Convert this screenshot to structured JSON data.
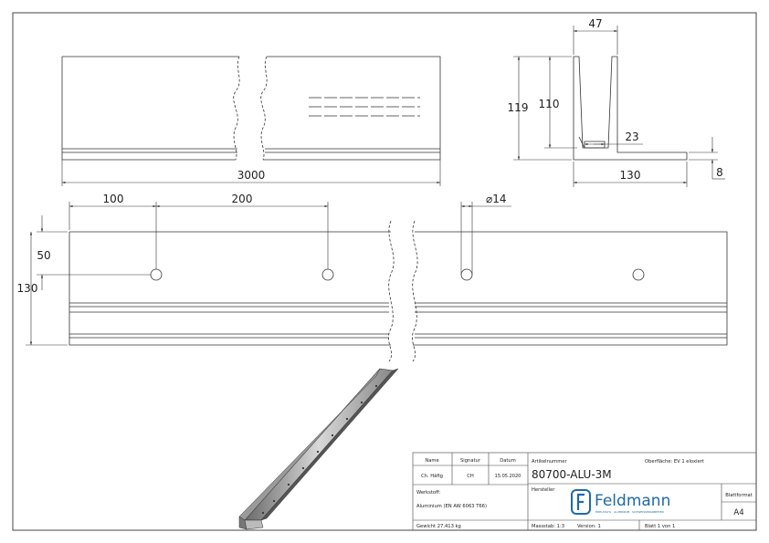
{
  "dimensions": {
    "top_view_length": "3000",
    "profile_width": "47",
    "profile_height_total": "119",
    "profile_height_inner": "110",
    "profile_slot": "23",
    "profile_base_width": "130",
    "profile_base_thickness": "8",
    "hole_spacing_first": "100",
    "hole_spacing": "200",
    "hole_diameter": "⌀14",
    "hole_height": "50",
    "plate_height": "130"
  },
  "title_block": {
    "col_name": "Name",
    "col_signature": "Signatur",
    "col_date": "Datum",
    "drawn_by": "Ch. Häfig",
    "checked_by": "CH",
    "date": "15.05.2020",
    "article_label": "Artikelnummer",
    "article_number": "80700-ALU-3M",
    "surface": "Oberfläche:  EV 1 eloxiert",
    "material_label": "Werkstoff:",
    "material": "Aluminium (EN AW 6063 T66)",
    "manufacturer_label": "Hersteller",
    "brand": "Feldmann",
    "brand_tagline": "EDELSTAHL · ALUMINIUM · SCHWEISSERARBEITEN",
    "sheet_format_label": "Blattformat",
    "sheet_format": "A4",
    "weight": "Gewicht 27,413 kg",
    "scale": "Massstab: 1:3",
    "version": "Version: 1",
    "sheet": "Blatt 1 von 1"
  }
}
